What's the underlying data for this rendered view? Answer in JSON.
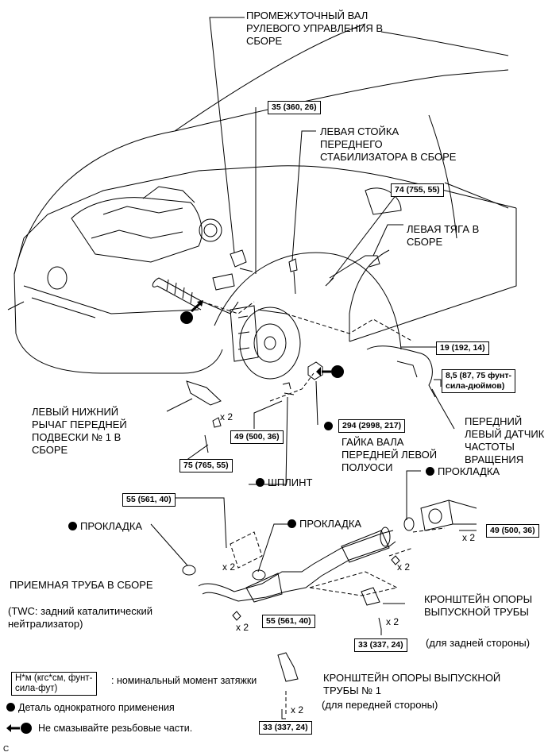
{
  "labels": {
    "intermediate_shaft": "ПРОМЕЖУТОЧНЫЙ ВАЛ\nРУЛЕВОГО УПРАВЛЕНИЯ В\nСБОРЕ",
    "stabilizer_link": "ЛЕВАЯ СТОЙКА\nПЕРЕДНЕГО\nСТАБИЛИЗАТОРА В СБОРЕ",
    "tie_rod": "ЛЕВАЯ ТЯГА В\nСБОРЕ",
    "lower_arm": "ЛЕВЫЙ НИЖНИЙ\nРЫЧАГ ПЕРЕДНЕЙ\nПОДВЕСКИ № 1 В\nСБОРЕ",
    "speed_sensor": "ПЕРЕДНИЙ\nЛЕВЫЙ ДАТЧИК\nЧАСТОТЫ\nВРАЩЕНИЯ",
    "axle_nut": "ГАЙКА ВАЛА\nПЕРЕДНЕЙ ЛЕВОЙ\nПОЛУОСИ",
    "cotter_pin": "ШПЛИНТ",
    "gasket_right": "ПРОКЛАДКА",
    "gasket_left": "ПРОКЛАДКА",
    "gasket_mid": "ПРОКЛАДКА",
    "front_pipe": "ПРИЕМНАЯ ТРУБА В СБОРЕ",
    "twc": "(TWC: задний каталитический\nнейтрализатор)",
    "rear_bracket": "КРОНШТЕЙН ОПОРЫ\nВЫПУСКНОЙ ТРУБЫ",
    "rear_side": "(для задней стороны)",
    "front_bracket": "КРОНШТЕЙН ОПОРЫ ВЫПУСКНОЙ\nТРУБЫ № 1",
    "front_side": "(для передней стороны)",
    "corner_mark": "C"
  },
  "torque": {
    "t35": "35 (360, 26)",
    "t74": "74 (755, 55)",
    "t19": "19 (192, 14)",
    "t85": "8,5 (87, 75 фунт-\nсила-дюймов)",
    "t294": "294 (2998, 217)",
    "t49a": "49 (500, 36)",
    "t75": "75 (765, 55)",
    "t55a": "55 (561, 40)",
    "t49b": "49 (500, 36)",
    "t55b": "55 (561, 40)",
    "t33a": "33 (337, 24)",
    "t33b": "33 (337, 24)"
  },
  "multipliers": {
    "arm": "x 2",
    "pipe_top": "x 2",
    "pipe_bottom": "x 2",
    "cat_right": "x 2",
    "cat_nut": "x 2",
    "rear_bolt": "x 2",
    "front_bolt": "x 2"
  },
  "legend": {
    "torque_box": "Н*м (кгс*см, фунт-\nсила-фут)",
    "torque_text": ": номинальный момент затяжки",
    "single_use": "Деталь однократного применения",
    "no_lube": "Не смазывайте резьбовые части."
  }
}
